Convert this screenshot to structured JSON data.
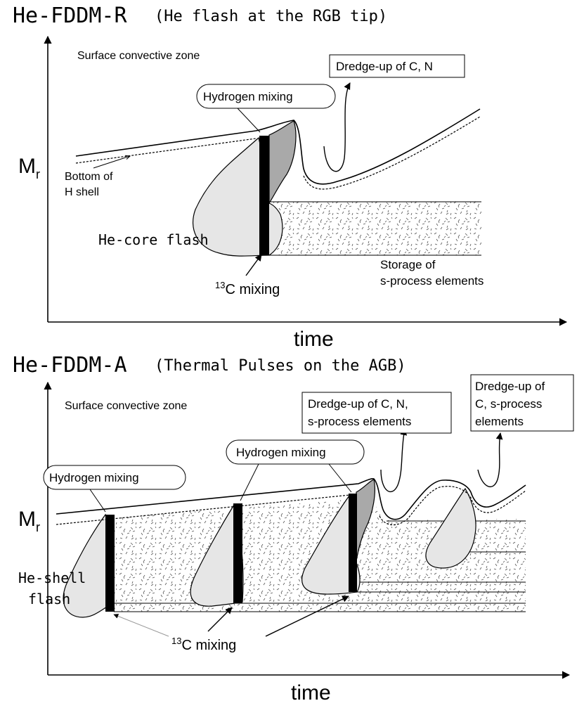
{
  "top": {
    "title_main": "He-FDDM-R",
    "title_sub": "(He flash at the RGB tip)",
    "surface_label": "Surface convective zone",
    "dredge_label": "Dredge-up of C, N",
    "hydrogen_label": "Hydrogen mixing",
    "bottom_h_line1": "Bottom of",
    "bottom_h_line2": "H shell",
    "flash_label": "He-core flash",
    "c13_sup": "13",
    "c13_text": "C mixing",
    "storage_line1": "Storage of",
    "storage_line2": "s-process elements",
    "ylabel_main": "M",
    "ylabel_sub": "r",
    "xlabel": "time"
  },
  "bottom": {
    "title_main": "He-FDDM-A",
    "title_sub": "(Thermal Pulses on the AGB)",
    "surface_label": "Surface convective zone",
    "dredge1_line1": "Dredge-up of C, N,",
    "dredge1_line2": "s-process elements",
    "dredge2_line1": "Dredge-up of",
    "dredge2_line2": "C, s-process",
    "dredge2_line3": "elements",
    "hydrogen_label": "Hydrogen mixing",
    "flash_line1": "He-shell",
    "flash_line2": "flash",
    "c13_sup": "13",
    "c13_text": "C mixing",
    "ylabel_main": "M",
    "ylabel_sub": "r",
    "xlabel": "time"
  },
  "colors": {
    "shell_fill": "#e6e6e6",
    "hydrogen_fill": "#a9a9a9",
    "bar": "#000000"
  }
}
